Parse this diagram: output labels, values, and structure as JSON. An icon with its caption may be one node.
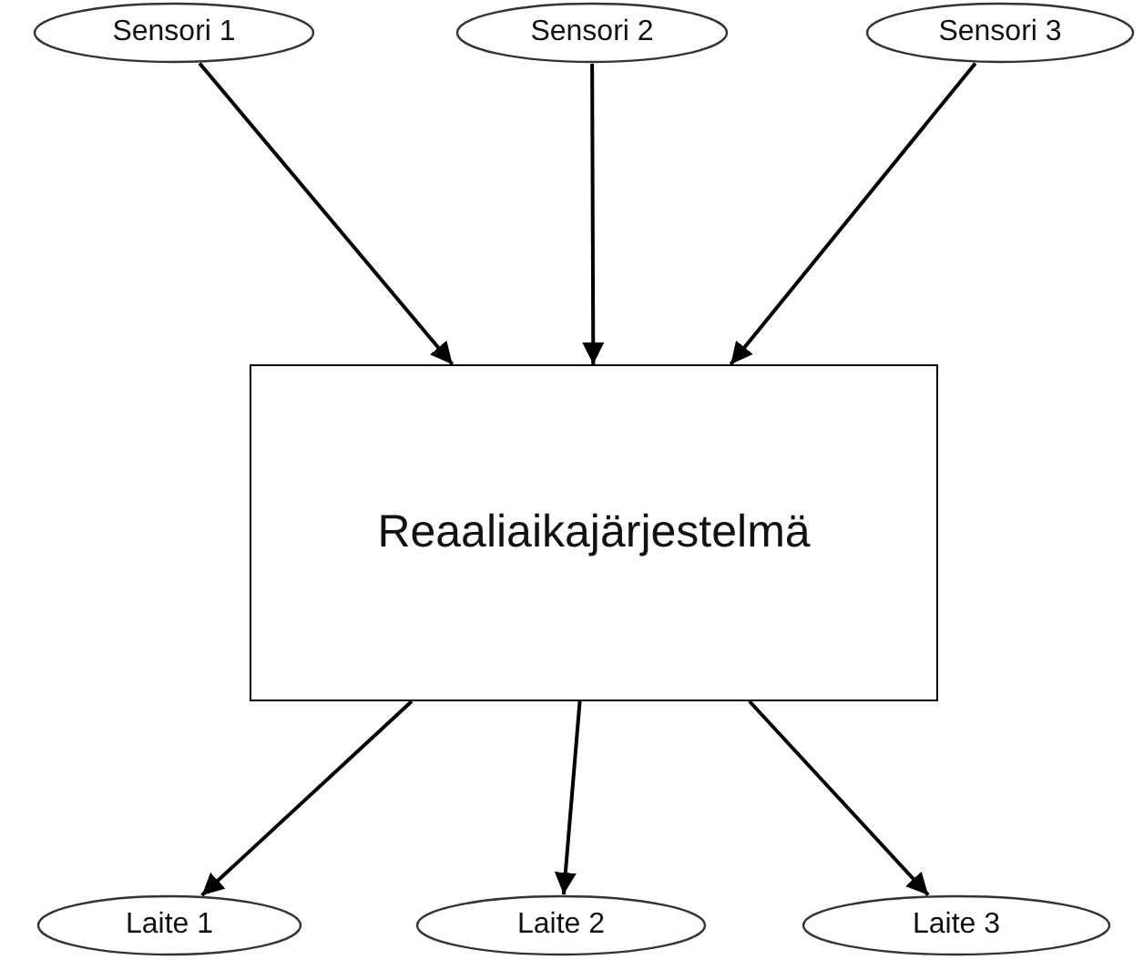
{
  "diagram": {
    "nodes": [
      {
        "text": [
          "Sensori 1"
        ]
      },
      {
        "text": [
          "Sensori 2"
        ]
      },
      {
        "text": [
          "Sensori 3"
        ]
      },
      {
        "text": [
          "Reaaliaikajärjestelmä"
        ]
      },
      {
        "text": [
          "Laite 1"
        ]
      },
      {
        "text": [
          "Laite 2"
        ]
      },
      {
        "text": [
          "Laite 3"
        ]
      }
    ],
    "edges": [
      {
        "from": 0,
        "to": 3,
        "arrow": "to"
      },
      {
        "from": 1,
        "to": 3,
        "arrow": "to"
      },
      {
        "from": 2,
        "to": 3,
        "arrow": "to"
      },
      {
        "from": 3,
        "to": 4,
        "arrow": "to"
      },
      {
        "from": 3,
        "to": 5,
        "arrow": "to"
      },
      {
        "from": 3,
        "to": 6,
        "arrow": "to"
      }
    ]
  }
}
